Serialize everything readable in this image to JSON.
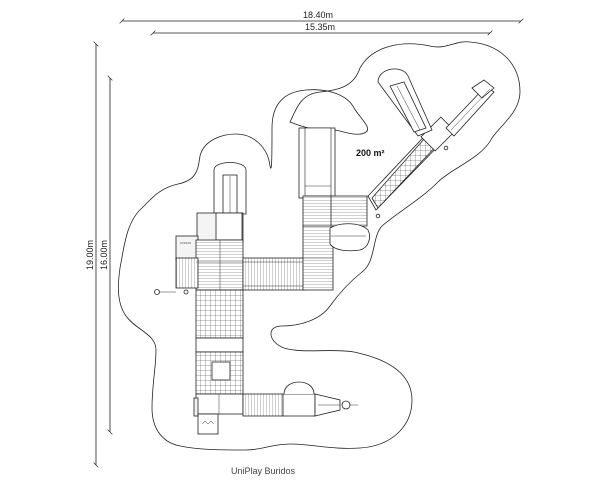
{
  "dimensions": {
    "overall_width": "18.40m",
    "inner_width": "15.35m",
    "overall_height": "19.00m",
    "inner_height": "16.00m"
  },
  "area_label": "200 m²",
  "caption": "UniPlay Buridos"
}
